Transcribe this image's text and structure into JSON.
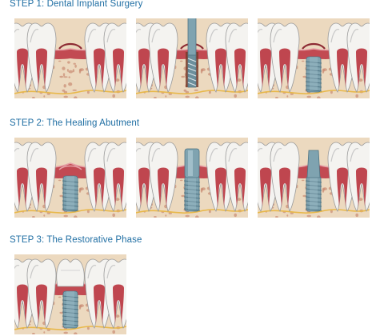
{
  "steps": [
    {
      "title": "STEP 1: Dental Implant Surgery",
      "panels": [
        {
          "stage": "extraction-site",
          "has_screw": false,
          "has_drill": false,
          "has_abutment": false,
          "has_crown": false,
          "gum_open": true,
          "bone_hole": false
        },
        {
          "stage": "drilling",
          "has_screw": false,
          "has_drill": true,
          "has_abutment": false,
          "has_crown": false,
          "gum_open": true,
          "bone_hole": true
        },
        {
          "stage": "implant-placed",
          "has_screw": true,
          "has_drill": false,
          "has_abutment": false,
          "has_crown": false,
          "gum_open": true,
          "bone_hole": false
        }
      ]
    },
    {
      "title": "STEP 2: The Healing Abutment",
      "panels": [
        {
          "stage": "gum-healed",
          "has_screw": true,
          "has_drill": false,
          "has_abutment": false,
          "has_crown": false,
          "gum_open": false,
          "bone_hole": false
        },
        {
          "stage": "healing-cap",
          "has_screw": true,
          "has_drill": false,
          "has_abutment": "healing",
          "has_crown": false,
          "gum_open": false,
          "bone_hole": false
        },
        {
          "stage": "abutment",
          "has_screw": true,
          "has_drill": false,
          "has_abutment": "post",
          "has_crown": false,
          "gum_open": false,
          "bone_hole": false
        }
      ]
    },
    {
      "title": "STEP 3: The Restorative Phase",
      "panels": [
        {
          "stage": "crown",
          "has_screw": true,
          "has_drill": false,
          "has_abutment": false,
          "has_crown": true,
          "gum_open": false,
          "bone_hole": false
        }
      ]
    }
  ],
  "colors": {
    "title": "#1f6ea3",
    "bone": "#ecd9bf",
    "bone_pore": "#c98a72",
    "gum": "#c24a52",
    "gum_light": "#e6a3a8",
    "tooth": "#f4f3f0",
    "tooth_shade": "#c9c9c9",
    "pulp": "#b9333d",
    "implant": "#7fa3b0",
    "implant_dark": "#4f7483",
    "nerve": "#e8b84a"
  }
}
